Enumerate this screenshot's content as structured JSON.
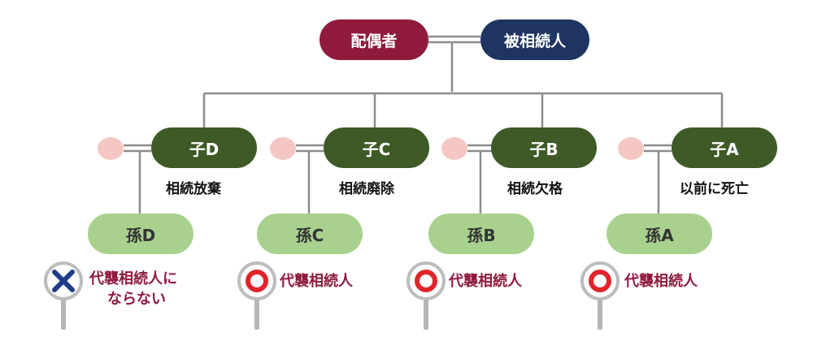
{
  "spouse_label": "配偶者",
  "decedent_label": "被相続人",
  "children": [
    {
      "child": "子D",
      "status": "相続放棄",
      "grandchild": "孫D",
      "result_line1": "代襲相続人に",
      "result_line2": "ならない",
      "mark": "cross-icon"
    },
    {
      "child": "子C",
      "status": "相続廃除",
      "grandchild": "孫C",
      "result_line1": "代襲相続人",
      "result_line2": "",
      "mark": "circle-icon"
    },
    {
      "child": "子B",
      "status": "相続欠格",
      "grandchild": "孫B",
      "result_line1": "代襲相続人",
      "result_line2": "",
      "mark": "circle-icon"
    },
    {
      "child": "子A",
      "status": "以前に死亡",
      "grandchild": "孫A",
      "result_line1": "代襲相続人",
      "result_line2": "",
      "mark": "circle-icon"
    }
  ],
  "colors": {
    "spouse": "#8f1a3c",
    "decedent": "#1f3561",
    "child": "#3d5a27",
    "grandchild": "#a9d18e",
    "spouse_of_child": "#f4c7c3",
    "result_text": "#8f1a3c",
    "cross": "#1f3c88",
    "circle": "#e0242a"
  }
}
